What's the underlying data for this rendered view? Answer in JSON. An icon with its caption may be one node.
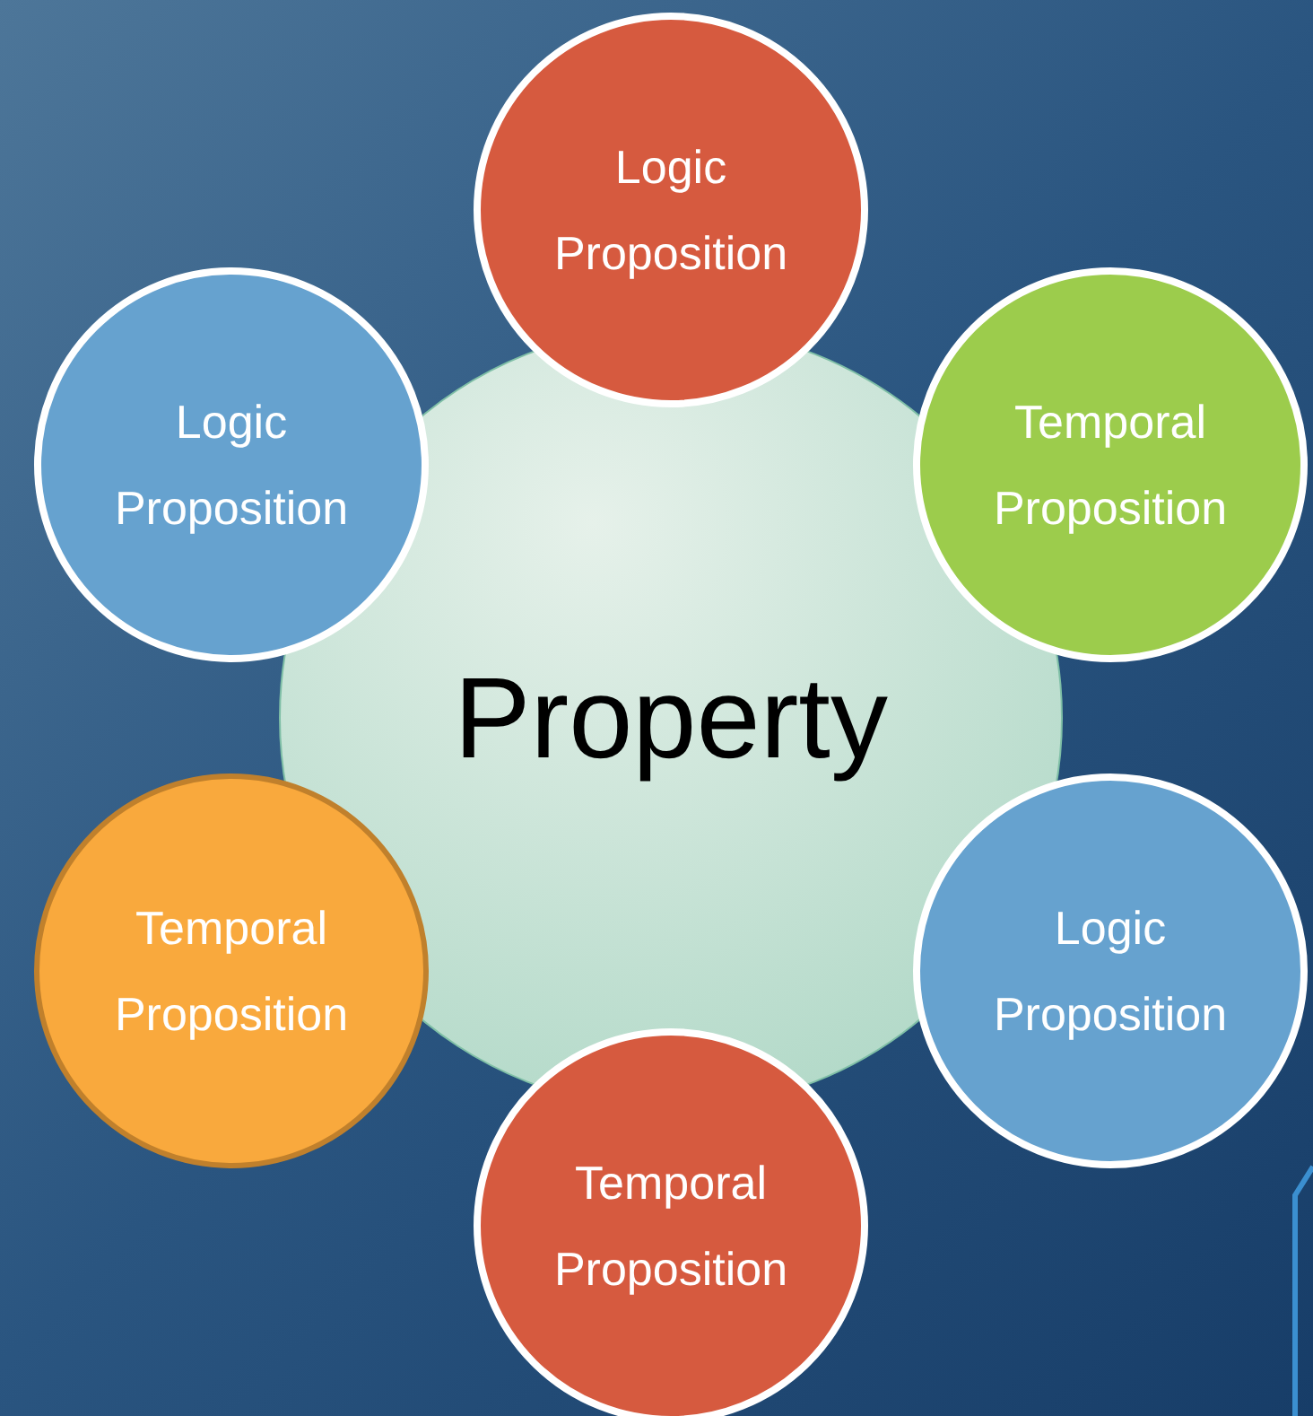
{
  "diagram": {
    "nodes": [
      {
        "text": [
          "Property"
        ]
      },
      {
        "text": [
          "Logic Proposition"
        ]
      },
      {
        "text": [
          "Temporal Proposition"
        ]
      },
      {
        "text": [
          "Logic Proposition"
        ]
      },
      {
        "text": [
          "Temporal Proposition"
        ]
      },
      {
        "text": [
          "Temporal Proposition"
        ]
      },
      {
        "text": [
          "Logic Proposition"
        ]
      }
    ]
  }
}
